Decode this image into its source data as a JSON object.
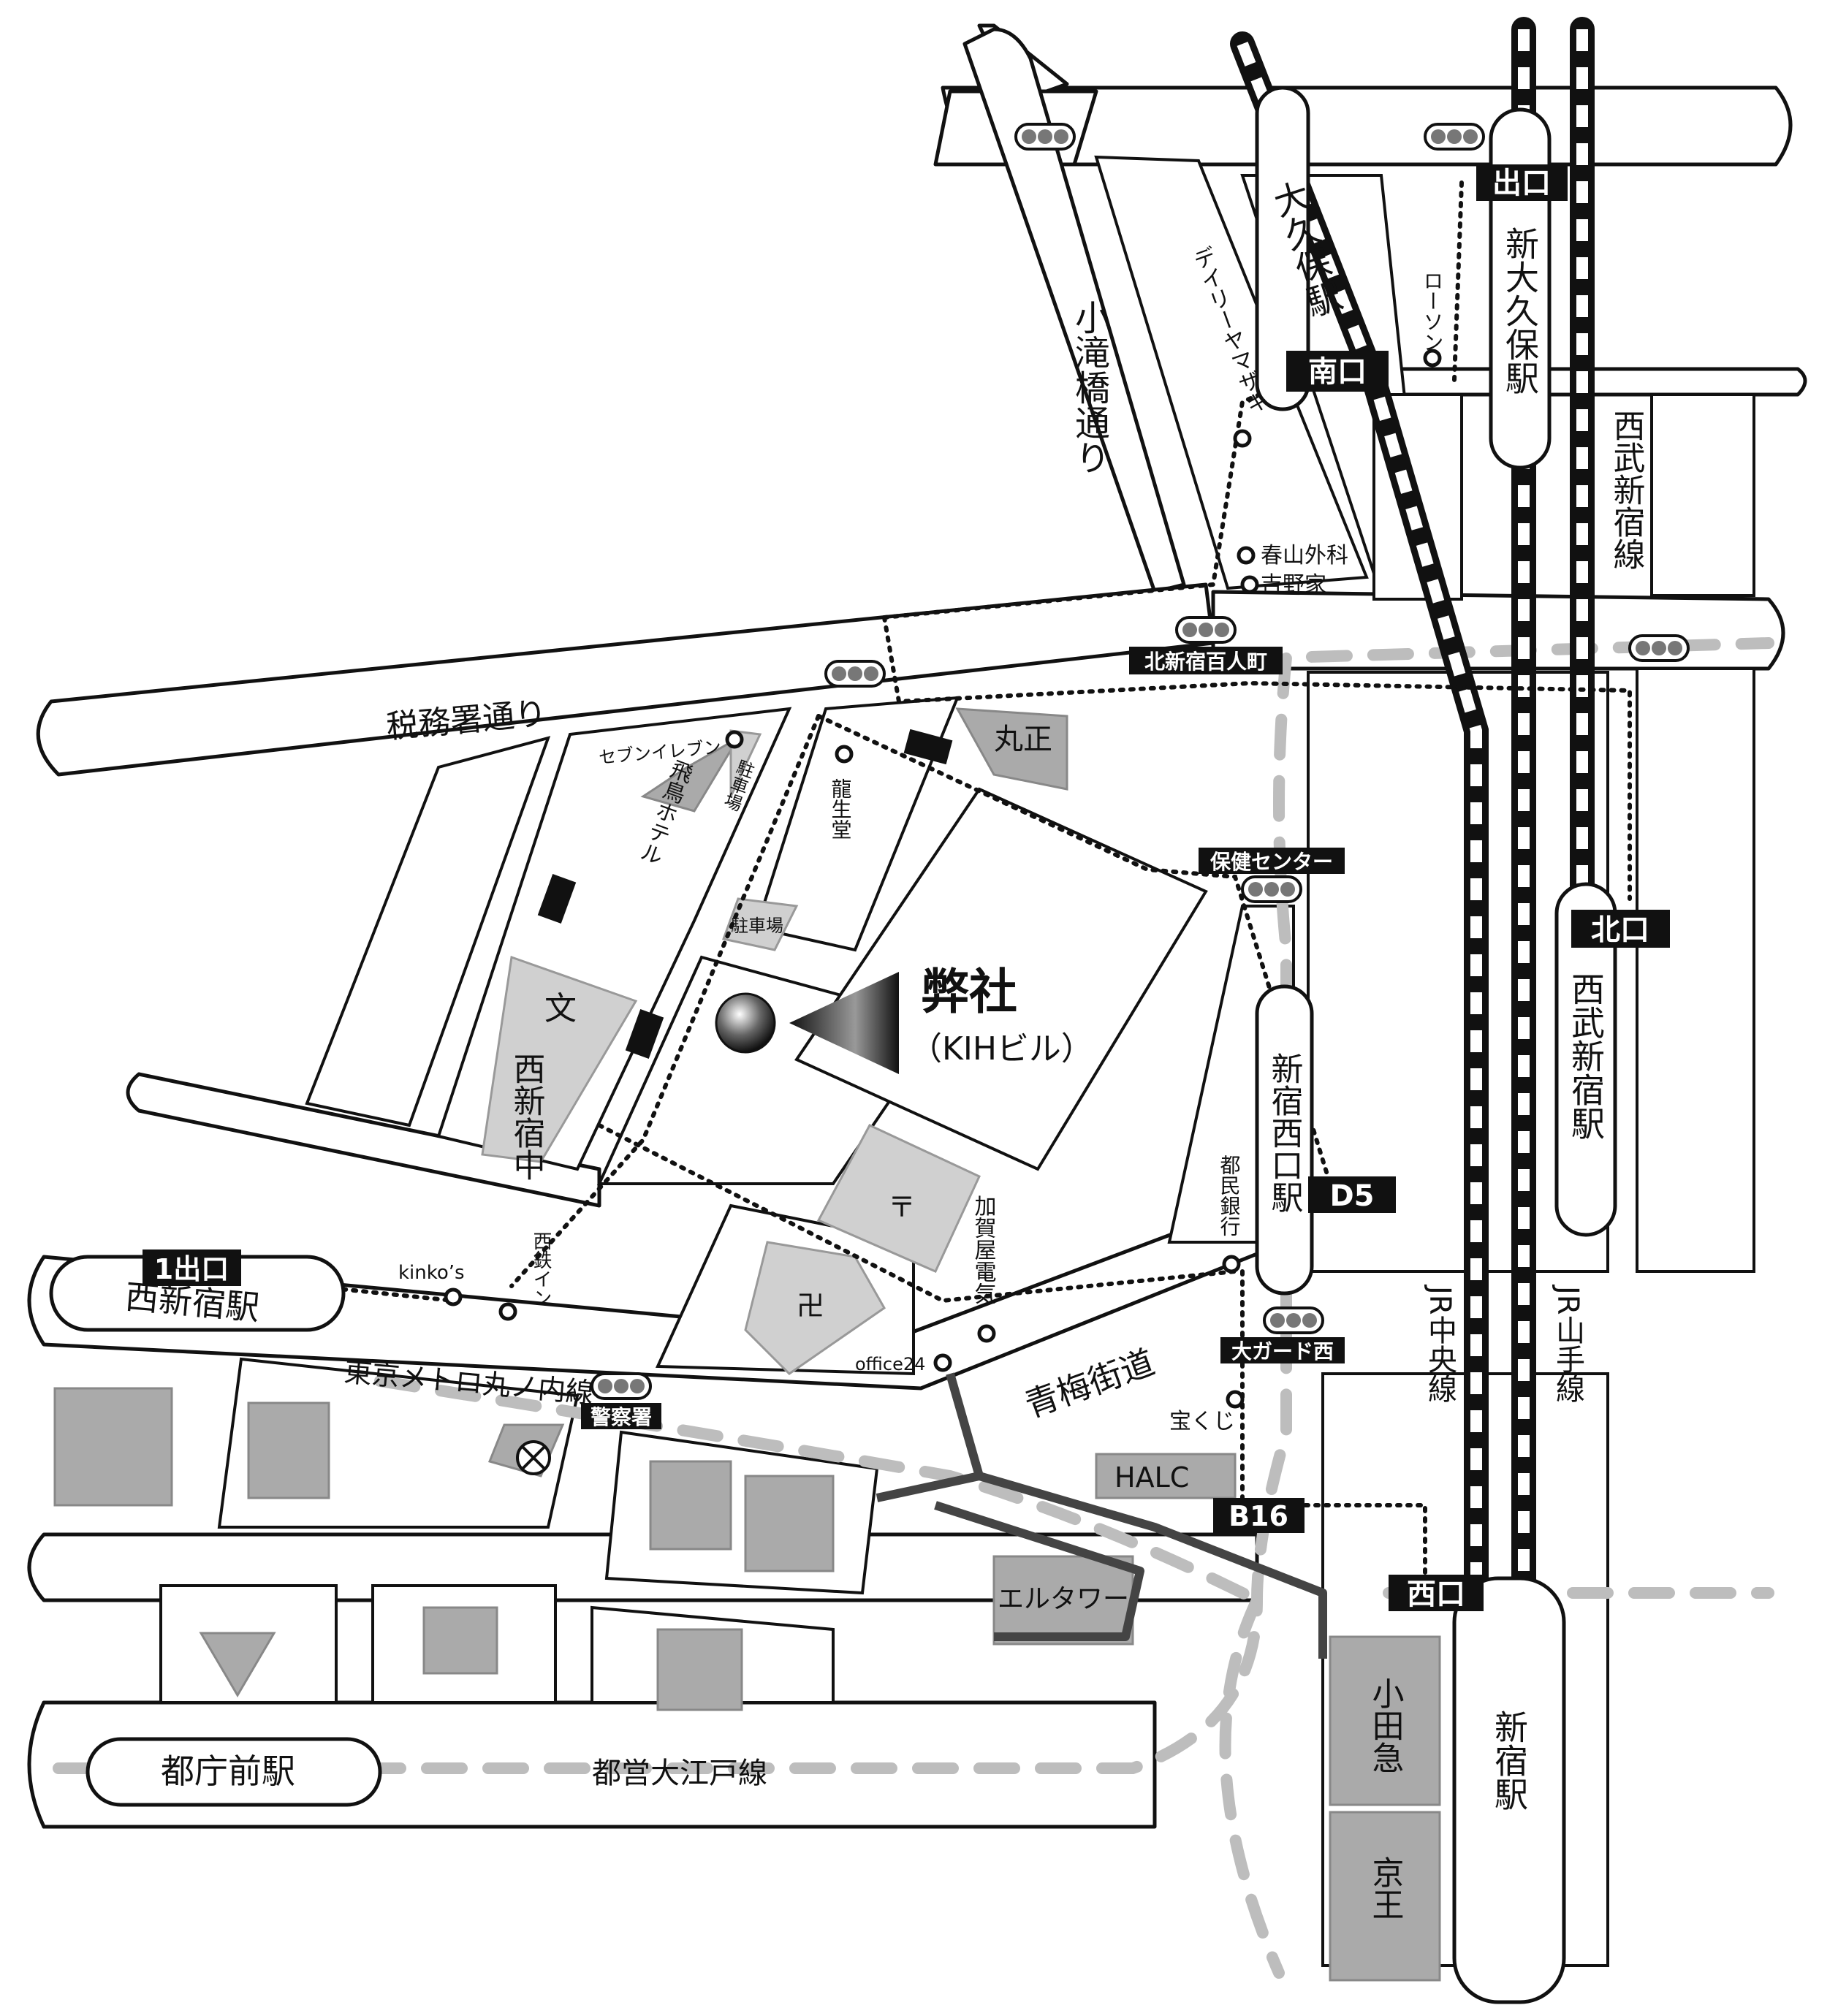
{
  "company": {
    "name": "弊社",
    "building": "（KIHビル）"
  },
  "roads": {
    "zeimusho": "税務署通り",
    "otakibashi": "小滝橋通り",
    "ome": "青梅街道"
  },
  "rail_lines": {
    "marunouchi": "東京メトロ丸ノ内線",
    "oedo": "都営大江戸線",
    "seibu_shinjuku": "西武新宿線",
    "jr_chuo": "JR中央線",
    "jr_yamanote": "JR山手線"
  },
  "stations": {
    "okubo": "大久保駅",
    "shin_okubo": "新大久保駅",
    "seibu_shinjuku": "西武新宿駅",
    "shinjuku_nishiguchi": "新宿西口駅",
    "nishi_shinjuku": "西新宿駅",
    "tochomae": "都庁前駅",
    "shinjuku": "新宿駅"
  },
  "exits": {
    "okubo_south": "南口",
    "shin_okubo_exit": "出口",
    "seibu_north": "北口",
    "d5": "D5",
    "nishi_shinjuku_1": "1出口",
    "b16": "B16",
    "shinjuku_west": "西口"
  },
  "intersections": {
    "kita_shinjuku_hyakunincho": "北新宿百人町",
    "hoken_center": "保健センター",
    "ogado_nishi": "大ガード西",
    "keisatsusho": "警察署"
  },
  "landmarks": {
    "daily_yamazaki": "デイリーヤマザキ",
    "lawson": "ローソン",
    "haruyama_geka": "春山外科",
    "yoshinoya": "吉野家",
    "seven_eleven": "セブンイレブン",
    "ryuseido": "龍生堂",
    "asuka_hotel": "飛鳥ホテル",
    "parking_1": "駐車場",
    "parking_2": "駐車場",
    "marusho": "丸正",
    "nishi_shinjuku_jhs": "西新宿中",
    "school_symbol": "文",
    "post_symbol": "〒",
    "temple_symbol": "卍",
    "kinkos": "kinko’s",
    "nishitetsu_inn": "西鉄イン",
    "kagaya_denki": "加賀屋電気",
    "tomin_bank": "都民銀行",
    "office24": "office24",
    "takarakuji": "宝くじ",
    "halc": "HALC",
    "el_tower": "エルタワー",
    "odakyu": "小田急",
    "keio": "京王"
  },
  "colors": {
    "ink": "#111111",
    "block_gray": "#aaaaaa",
    "light_gray": "#d0d0d0",
    "subway_dash": "#bdbdbd"
  }
}
